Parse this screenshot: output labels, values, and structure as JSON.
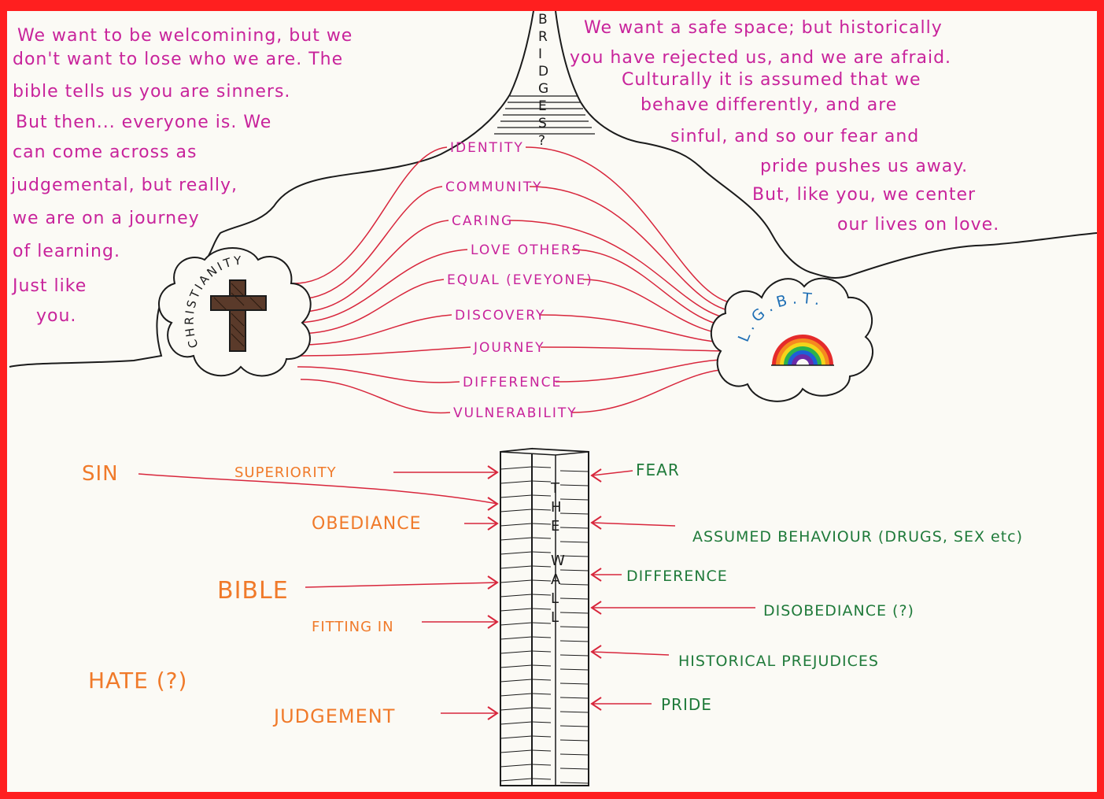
{
  "colors": {
    "magenta_ink": "#c8239b",
    "red_ink": "#d8263c",
    "orange_ink": "#f07a2a",
    "green_ink": "#1f7a3a",
    "black_ink": "#1b1b1b",
    "frame": "#ff1f1f",
    "cross_fill": "#5a3a2a"
  },
  "left_paragraph": {
    "lines": [
      "We want to be welcomining, but we",
      "don't want to lose who we are. The",
      "bible tells us you are sinners.",
      "But then... everyone is. We",
      "can come across as",
      "judgemental, but really,",
      "we are on a journey",
      "of learning.",
      "Just like",
      "you."
    ]
  },
  "right_paragraph": {
    "lines": [
      "We want a safe space; but historically",
      "you have rejected us, and we are afraid.",
      "Culturally it is assumed that we",
      "behave differently, and are",
      "sinful, and so our fear and",
      "pride pushes us away.",
      "But, like you, we center",
      "our lives on love."
    ]
  },
  "bridges_label": [
    "B",
    "R",
    "I",
    "D",
    "G",
    "E",
    "S",
    "?"
  ],
  "left_cloud": {
    "label": "CHRISTIANITY",
    "icon": "cross-icon"
  },
  "right_cloud": {
    "label": "L.G.B.T.",
    "icon": "rainbow-icon",
    "rainbow_colors": [
      "#e52b2b",
      "#f58a1f",
      "#f4d51a",
      "#2bb24c",
      "#1e5fd6",
      "#6a2aa8"
    ]
  },
  "bridges": [
    "IDENTITY",
    "COMMUNITY",
    "CARING",
    "LOVE OTHERS",
    "EQUAL (EVEYONE)",
    "DISCOVERY",
    "JOURNEY",
    "DIFFERENCE",
    "VULNERABILITY"
  ],
  "wall_label": [
    "T",
    "H",
    "E",
    "W",
    "A",
    "L",
    "L"
  ],
  "left_wall_items": [
    "SIN",
    "SUPERIORITY",
    "OBEDIANCE",
    "BIBLE",
    "FITTING IN",
    "HATE (?)",
    "JUDGEMENT"
  ],
  "right_wall_items": [
    "FEAR",
    "ASSUMED BEHAVIOUR (DRUGS, SEX etc)",
    "DIFFERENCE",
    "DISOBEDIANCE (?)",
    "HISTORICAL PREJUDICES",
    "PRIDE"
  ]
}
